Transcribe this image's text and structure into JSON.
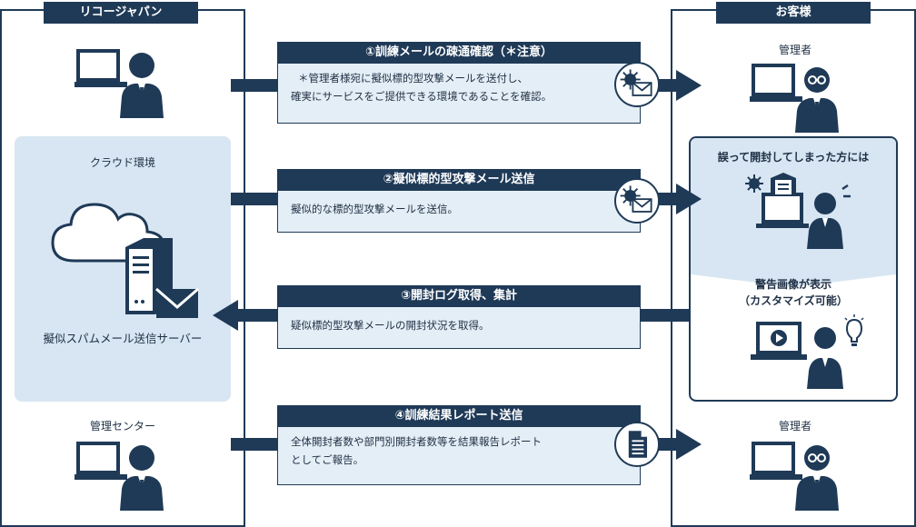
{
  "left_column": {
    "title": "リコージャパン",
    "cloud_env_label": "クラウド環境",
    "server_label": "擬似スパムメール送信サーバー",
    "center_label": "管理センター"
  },
  "right_column": {
    "title": "お客様",
    "admin_label_top": "管理者",
    "mistake_title": "誤って開封してしまった方には",
    "warning_line1": "警告画像が表示",
    "warning_line2": "（カスタマイズ可能）",
    "admin_label_bottom": "管理者"
  },
  "steps": [
    {
      "title": "①訓練メールの疎通確認（＊注意）",
      "line1": "＊管理者様宛に擬似標的型攻撃メールを送付し、",
      "line2": "確実にサービスをご提供できる環境であることを確認。"
    },
    {
      "title": "②擬似標的型攻撃メール送信",
      "line1": "擬似的な標的型攻撃メールを送信。",
      "line2": ""
    },
    {
      "title": "③開封ログ取得、集計",
      "line1": "疑似標的型攻撃メールの開封状況を取得。",
      "line2": ""
    },
    {
      "title": "④訓練結果レポート送信",
      "line1": "全体開封者数や部門別開封者数等を結果報告レポート",
      "line2": "としてご報告。"
    }
  ],
  "colors": {
    "navy": "#1f3a57",
    "light_blue": "#d7e6f2",
    "step_body_bg": "#e4eef6"
  },
  "icons": {
    "person_computer": "person-at-computer-icon",
    "admin": "admin-with-glasses-icon",
    "cloud": "cloud-icon",
    "server": "server-icon",
    "virus_mail": "virus-mail-icon",
    "document": "document-icon",
    "video_screen": "video-screen-icon",
    "idea": "lightbulb-icon"
  }
}
